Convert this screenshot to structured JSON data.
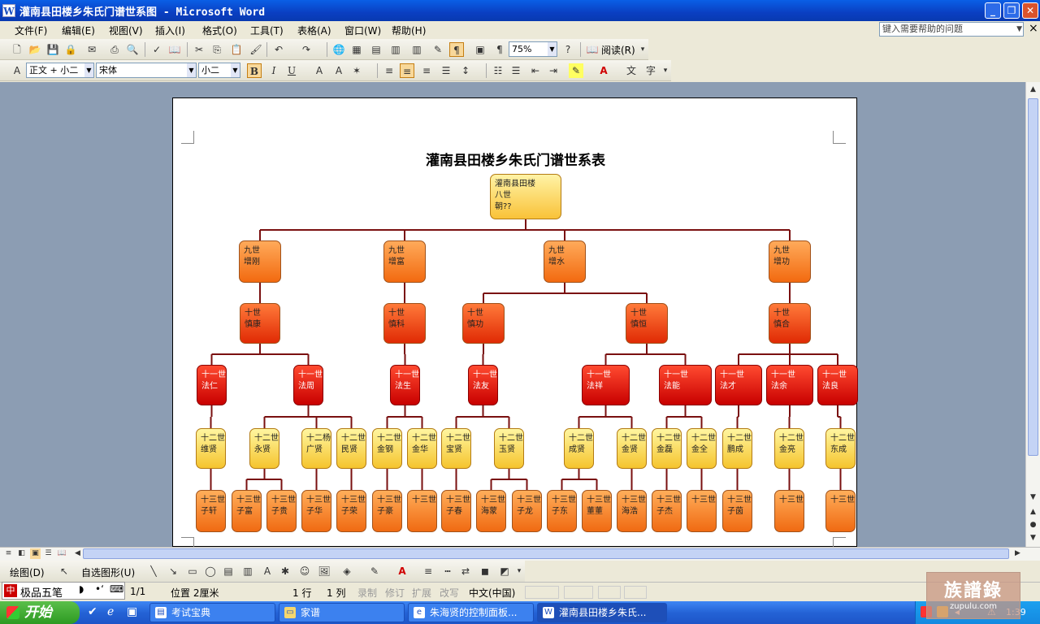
{
  "window": {
    "title": "灌南县田楼乡朱氏门谱世系图 - Microsoft Word",
    "min_label": "_",
    "max_label": "❐",
    "close_label": "✕"
  },
  "menubar": {
    "items": [
      "文件(F)",
      "编辑(E)",
      "视图(V)",
      "插入(I)",
      "格式(O)",
      "工具(T)",
      "表格(A)",
      "窗口(W)",
      "帮助(H)"
    ],
    "help_placeholder": "键入需要帮助的问题",
    "doc_close": "×"
  },
  "toolbar_standard": {
    "zoom": "75%",
    "read_label": "阅读(R)"
  },
  "toolbar_format": {
    "style": "正文 + 小二",
    "font": "宋体",
    "size": "小二",
    "bold": "B",
    "italic": "I",
    "underline": "U"
  },
  "document": {
    "title": "灌南县田楼乡朱氏门谱世系表",
    "nodes": [
      {
        "id": "root",
        "text": "灌南县田楼\n八世\n朝??"
      },
      {
        "id": "a1",
        "text": "九世\n增刚"
      },
      {
        "id": "a2",
        "text": "九世\n增富"
      },
      {
        "id": "a3",
        "text": "九世\n增水"
      },
      {
        "id": "a4",
        "text": "九世\n增功"
      },
      {
        "id": "b1",
        "text": "十世\n慎康"
      },
      {
        "id": "b2",
        "text": "十世\n慎科"
      },
      {
        "id": "b3",
        "text": "十世\n慎功"
      },
      {
        "id": "b4",
        "text": "十世\n慎恒"
      },
      {
        "id": "b5",
        "text": "十世\n慎合"
      },
      {
        "id": "c1",
        "text": "十一世\n法仁"
      },
      {
        "id": "c2",
        "text": "十一世\n法周"
      },
      {
        "id": "c3",
        "text": "十一世\n法生"
      },
      {
        "id": "c4",
        "text": "十一世\n法友"
      },
      {
        "id": "c5",
        "text": "十一世\n法祥"
      },
      {
        "id": "c6",
        "text": "十一世\n法能"
      },
      {
        "id": "c7",
        "text": "十一世\n法才"
      },
      {
        "id": "c8",
        "text": "十一世\n法余"
      },
      {
        "id": "c9",
        "text": "十一世\n法良"
      },
      {
        "id": "d1",
        "text": "十二世\n维贤"
      },
      {
        "id": "d2",
        "text": "十二世\n永贤"
      },
      {
        "id": "d3",
        "text": "十二杨\n广贤"
      },
      {
        "id": "d4",
        "text": "十二世\n民贤"
      },
      {
        "id": "d5",
        "text": "十二世\n金钢"
      },
      {
        "id": "d6",
        "text": "十二世\n金华"
      },
      {
        "id": "d7",
        "text": "十二世\n宝贤"
      },
      {
        "id": "d8",
        "text": "十二世\n玉贤"
      },
      {
        "id": "d9",
        "text": "十二世\n成贤"
      },
      {
        "id": "d10",
        "text": "十二世\n金贤"
      },
      {
        "id": "d11",
        "text": "十二世\n金磊"
      },
      {
        "id": "d12",
        "text": "十二世\n金全"
      },
      {
        "id": "d13",
        "text": "十二世\n鹏成"
      },
      {
        "id": "d14",
        "text": "十二世\n金亮"
      },
      {
        "id": "d15",
        "text": "十二世\n东成"
      },
      {
        "id": "e1",
        "text": "十三世\n子轩"
      },
      {
        "id": "e2",
        "text": "十三世\n子富"
      },
      {
        "id": "e3",
        "text": "十三世\n子贵"
      },
      {
        "id": "e4",
        "text": "十三世\n子华"
      },
      {
        "id": "e5",
        "text": "十三世\n子荣"
      },
      {
        "id": "e6",
        "text": "十三世\n子豪"
      },
      {
        "id": "e7",
        "text": "十三世\n"
      },
      {
        "id": "e8",
        "text": "十三世\n子春"
      },
      {
        "id": "e9",
        "text": "十三世\n海蒙"
      },
      {
        "id": "e10",
        "text": "十三世\n子龙"
      },
      {
        "id": "e11",
        "text": "十三世\n子东"
      },
      {
        "id": "e12",
        "text": "十三世\n董董"
      },
      {
        "id": "e13",
        "text": "十三世\n海浩"
      },
      {
        "id": "e14",
        "text": "十三世\n子杰"
      },
      {
        "id": "e15",
        "text": "十三世\n"
      },
      {
        "id": "e16",
        "text": "十三世\n子茵"
      },
      {
        "id": "e17",
        "text": "十三世\n"
      },
      {
        "id": "e18",
        "text": "十三世\n"
      }
    ]
  },
  "drawbar": {
    "draw_label": "绘图(D)",
    "autoshape_label": "自选图形(U)"
  },
  "statusbar": {
    "page": "1/1",
    "position": "位置 2厘米",
    "line": "1 行",
    "col": "1 列",
    "rec": "录制",
    "trk": "修订",
    "ext": "扩展",
    "ovr": "改写",
    "lang": "中文(中国)",
    "ime": "极品五笔"
  },
  "taskbar": {
    "start": "开始",
    "tasks": [
      "考试宝典",
      "家谱",
      "朱海贤的控制面板...",
      "灌南县田楼乡朱氏..."
    ],
    "clock": "1:39"
  },
  "watermark": {
    "big": "族譜錄",
    "small": "zupulu.com"
  }
}
